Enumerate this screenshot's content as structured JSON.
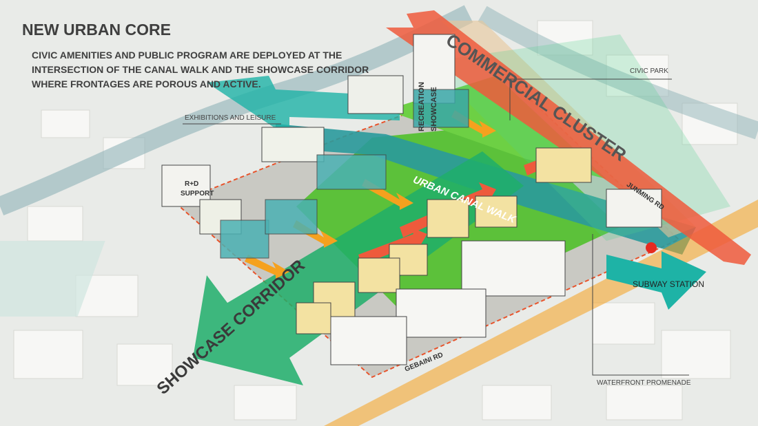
{
  "header": {
    "title": "NEW URBAN CORE",
    "description": "CIVIC AMENITIES AND PUBLIC PROGRAM ARE DEPLOYED AT THE INTERSECTION OF THE CANAL WALK AND THE SHOWCASE CORRIDOR WHERE FRONTAGES ARE POROUS AND ACTIVE."
  },
  "labels": {
    "commercial_cluster": "COMMERCIAL CLUSTER",
    "civic_park": "CIVIC PARK",
    "junming_rd": "JUNMING RD",
    "recreation": "RECREATION",
    "showcase": "SHOWCASE",
    "exhibitions": "EXHIBITIONS AND LEISURE",
    "rd_support_1": "R+D",
    "rd_support_2": "SUPPORT",
    "urban_canal_walk": "URBAN CANAL WALK",
    "showcase_corridor": "SHOWCASE CORRIDOR",
    "subway_station": "SUBWAY STATION",
    "gebaini_rd": "GEBAINI RD",
    "waterfront_promenade": "WATERFRONT PROMENADE"
  },
  "colors": {
    "park": "#5cc13a",
    "canal": "#2a9a9c",
    "arrow_red": "#ee5a3c",
    "arrow_orange": "#f5a11e",
    "arrow_green": "#1fae6a",
    "boundary": "#e8532b"
  }
}
